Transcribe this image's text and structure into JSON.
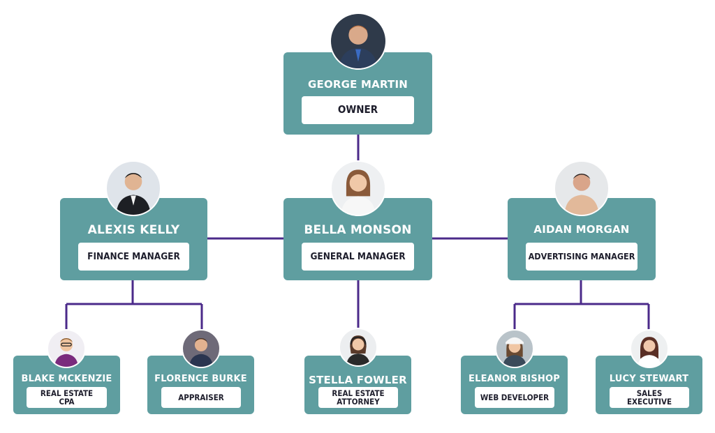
{
  "chart": {
    "nodes": {
      "george": {
        "name": "GEORGE MARTIN",
        "role": "OWNER",
        "avatar_icon": "person-avatar-icon"
      },
      "alexis": {
        "name": "ALEXIS KELLY",
        "role": "FINANCE MANAGER",
        "avatar_icon": "person-avatar-icon"
      },
      "bella": {
        "name": "BELLA MONSON",
        "role": "GENERAL MANAGER",
        "avatar_icon": "person-avatar-icon"
      },
      "aidan": {
        "name": "AIDAN MORGAN",
        "role": "ADVERTISING MANAGER",
        "avatar_icon": "person-avatar-icon"
      },
      "blake": {
        "name": "BLAKE MCKENZIE",
        "role_line1": "REAL ESTATE",
        "role_line2": "CPA",
        "avatar_icon": "person-avatar-icon"
      },
      "florence": {
        "name": "FLORENCE BURKE",
        "role": "APPRAISER",
        "avatar_icon": "person-avatar-icon"
      },
      "stella": {
        "name": "STELLA FOWLER",
        "role_line1": "REAL ESTATE",
        "role_line2": "ATTORNEY",
        "avatar_icon": "person-avatar-icon"
      },
      "eleanor": {
        "name": "ELEANOR BISHOP",
        "role": "WEB DEVELOPER",
        "avatar_icon": "person-avatar-icon"
      },
      "lucy": {
        "name": "LUCY STEWART",
        "role_line1": "SALES",
        "role_line2": "EXECUTIVE",
        "avatar_icon": "person-avatar-icon"
      }
    },
    "colors": {
      "card": "#5f9ea0",
      "connector": "#4b2a8a",
      "name_text": "#ffffff",
      "role_text": "#1e1e2c",
      "role_box": "#ffffff"
    }
  }
}
